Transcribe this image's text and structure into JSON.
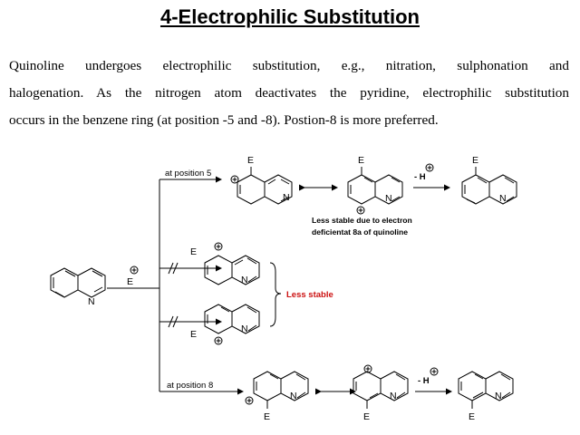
{
  "title": "4-Electrophilic Substitution",
  "paragraph": {
    "line1": "Quinoline undergoes electrophilic substitution, e.g., nitration, sulphonation and",
    "line2": "halogenation. As the nitrogen atom deactivates the pyridine, electrophilic substitution",
    "line3": "occurs in the benzene ring (at position -5 and -8). Postion-8 is more preferred."
  },
  "scheme": {
    "label_pos5": "at position 5",
    "label_pos8": "at position 8",
    "reagent": "E",
    "electrophile": "E",
    "nitrogen": "N",
    "plus": "⊕",
    "minus_h": "- H",
    "note_line1": "Less stable due to electron",
    "note_line2": "deficientat 8a of quinoline",
    "less_stable": "Less stable"
  }
}
